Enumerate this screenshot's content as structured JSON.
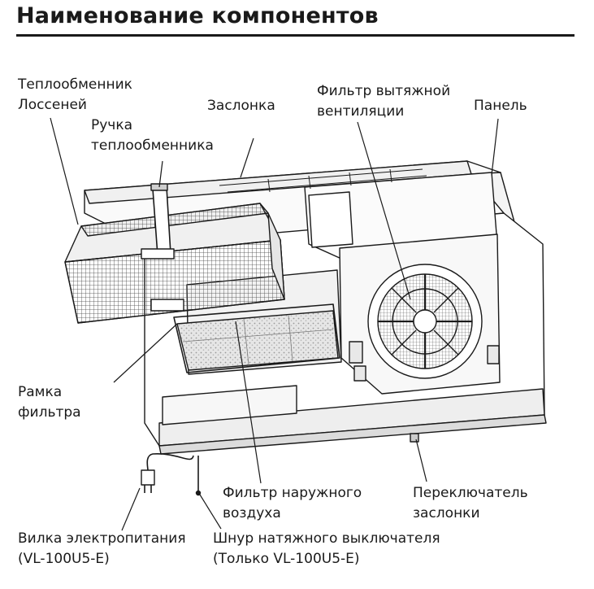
{
  "title": "Наименование компонентов",
  "labels": {
    "heat_exchanger": [
      "Теплообменник",
      "Лоссеней"
    ],
    "damper": "Заслонка",
    "handle": [
      "Ручка",
      "теплообменника"
    ],
    "exhaust_filter": [
      "Фильтр вытяжной",
      "вентиляции"
    ],
    "panel": "Панель",
    "filter_frame": [
      "Рамка",
      "фильтра"
    ],
    "outdoor_filter": [
      "Фильтр наружного",
      "воздуха"
    ],
    "damper_switch": [
      "Переключатель",
      "заслонки"
    ],
    "power_plug": [
      "Вилка электропитания",
      "(VL-100U5-E)"
    ],
    "pull_cord": [
      "Шнур натяжного выключателя",
      "(Только VL-100U5-E)"
    ]
  }
}
